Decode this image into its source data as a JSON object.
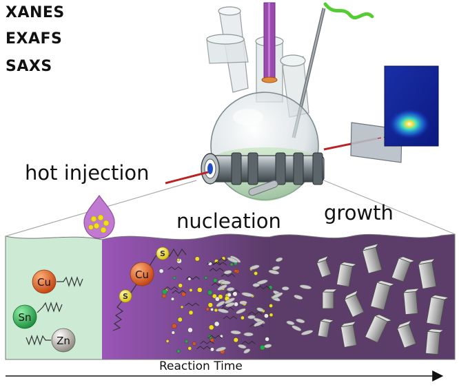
{
  "techniques": [
    "XANES",
    "EXAFS",
    "SAXS"
  ],
  "stages": {
    "hot_injection": "hot injection",
    "nucleation": "nucleation",
    "growth": "growth"
  },
  "precursors": {
    "cu": "Cu",
    "sn": "Sn",
    "zn": "Zn",
    "s": "S"
  },
  "axis": {
    "label": "Reaction Time"
  },
  "colors": {
    "precursor_bg": "#cdebd4",
    "nucleation_bg": "#8a4fa6",
    "growth_bg": "#5c3d6a",
    "beam": "#b82323",
    "cu_atom": "#d9571f",
    "sn_atom": "#28a84c",
    "zn_atom": "#a9a39a",
    "s_atom": "#f2df1c"
  }
}
